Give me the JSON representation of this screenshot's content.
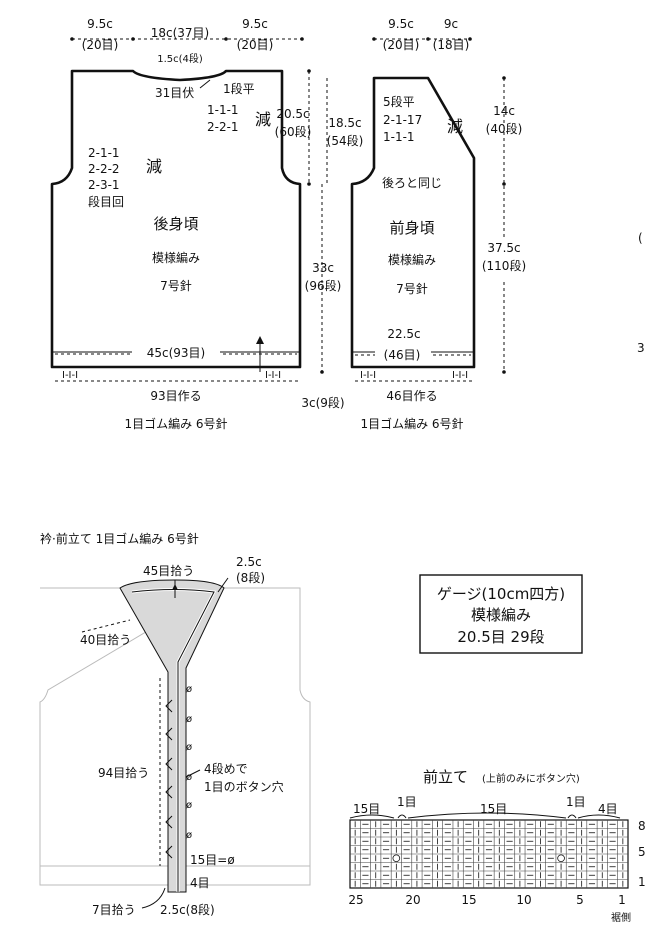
{
  "back_panel": {
    "dims_top": [
      "9.5c",
      "(20目)",
      "18c(37目)",
      "9.5c",
      "(20目)"
    ],
    "neck_depth": "1.5c(4段)",
    "neck_bindoff": "31目伏",
    "neck_row": "1段平",
    "neck_dec": [
      "1-1-1",
      "2-2-1"
    ],
    "dec_kanji": "減",
    "armhole_dec": [
      "2-1-1",
      "2-2-2",
      "2-3-1"
    ],
    "armhole_legend": "段目回",
    "armhole_depth_1": "20.5c",
    "armhole_depth_1b": "(60段)",
    "armhole_depth_2": "18.5c",
    "armhole_depth_2b": "(54段)",
    "body_length": "33c",
    "body_length_b": "(96段)",
    "rib_depth": "3c(9段)",
    "title": "後身頃",
    "pattern": "模様編み",
    "needle": "7号針",
    "width": "45c(93目)",
    "rib_mark": "I-I-I",
    "cast_on": "93目作る",
    "rib_note": "1目ゴム編み 6号針"
  },
  "front_panel": {
    "dims_top": [
      "9.5c",
      "(20目)",
      "9c",
      "(18目)"
    ],
    "rows_flat": "5段平",
    "neck_dec": [
      "2-1-17",
      "1-1-1"
    ],
    "dec_kanji": "減",
    "same_as_back": "後ろと同じ",
    "neck_depth": "14c",
    "neck_depth_b": "(40段)",
    "total_length": "37.5c",
    "total_length_b": "(110段)",
    "title": "前身頃",
    "pattern": "模様編み",
    "needle": "7号針",
    "width": "22.5c",
    "width_b": "(46目)",
    "rib_mark": "I-I-I",
    "cast_on": "46目作る",
    "rib_note": "1目ゴム編み 6号針"
  },
  "collar": {
    "heading": "衿·前立て 1目ゴム編み 6号針",
    "pick_back": "45目拾う",
    "band_width": "2.5c",
    "band_width_b": "(8段)",
    "pick_neck": "40目拾う",
    "pick_front": "94目拾う",
    "buttonhole_note_1": "4段めで",
    "buttonhole_note_2": "1目のボタン穴",
    "buttonhole_spacing": "15目=ø",
    "bottom_count": "4目",
    "pick_rib": "7目拾う",
    "band_bottom": "2.5c(8段)"
  },
  "gauge": {
    "title": "ゲージ(10cm四方)",
    "pattern": "模様編み",
    "values": "20.5目  29段"
  },
  "chart": {
    "title": "前立て",
    "subtitle": "(上前のみにボタン穴)",
    "top_labels": [
      "15目",
      "1目",
      "15目",
      "1目",
      "4目"
    ],
    "x_ticks": [
      "25",
      "20",
      "15",
      "10",
      "5",
      "1"
    ],
    "y_ticks": [
      "8",
      "5",
      "1"
    ],
    "side_label": "裾側",
    "cols": 27,
    "rows": 8
  },
  "edge_marks": [
    "(",
    "3"
  ]
}
